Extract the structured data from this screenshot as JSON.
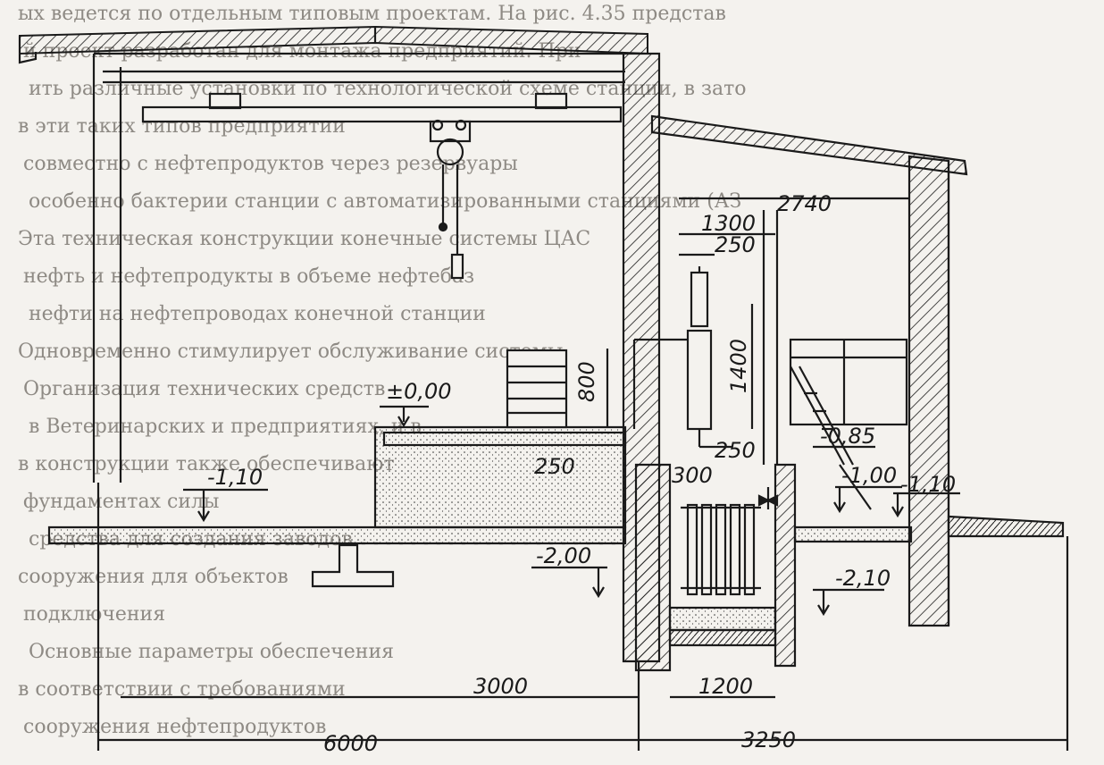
{
  "background_text": [
    "ых ведется по отдельным типовым проектам. На рис. 4.35 представ",
    "й проект разработан для монтажа предприятий. При",
    "ить различные установки по технологической схеме станции, в зато",
    "в эти таких типов предприятий",
    "совместно с нефтепродуктов через резервуары",
    "особенно бактерии станции с автоматизированными станциями (АЗ",
    "Эта техническая конструкции конечные системы ЦАС",
    "нефть и нефтепродукты в объеме нефтебаз",
    "нефти на нефтепроводах конечной станции",
    "Одновременно стимулирует обслуживание системы",
    "Организация технических средств",
    "в Ветеринарских и предприятиях, и в",
    "в конструкции также обеспечивают",
    "фундаментах силы",
    "средства для создания заводов",
    "сооружения для объектов",
    "подключения",
    "Основные параметры обеспечения",
    "в соответствии с требованиями",
    "сооружения нефтепродуктов"
  ],
  "dimensions": {
    "d6000": "6000",
    "d3000": "3000",
    "d3250": "3250",
    "d1200": "1200",
    "d2740": "2740",
    "d1300": "1300",
    "d250_top": "250",
    "d1400": "1400",
    "d800": "800",
    "d250_mid": "250",
    "d250_left": "250",
    "d300": "300"
  },
  "levels": {
    "zero": "±0,00",
    "m110_left": "-1,10",
    "m200": "-2,00",
    "m085": "-0,85",
    "m100": "-1,00",
    "m110_right": "-1,10",
    "m210": "-2,10"
  },
  "colors": {
    "ink": "#1a1a1a",
    "paper": "#f4f2ee",
    "faint": "#8e8a84"
  }
}
